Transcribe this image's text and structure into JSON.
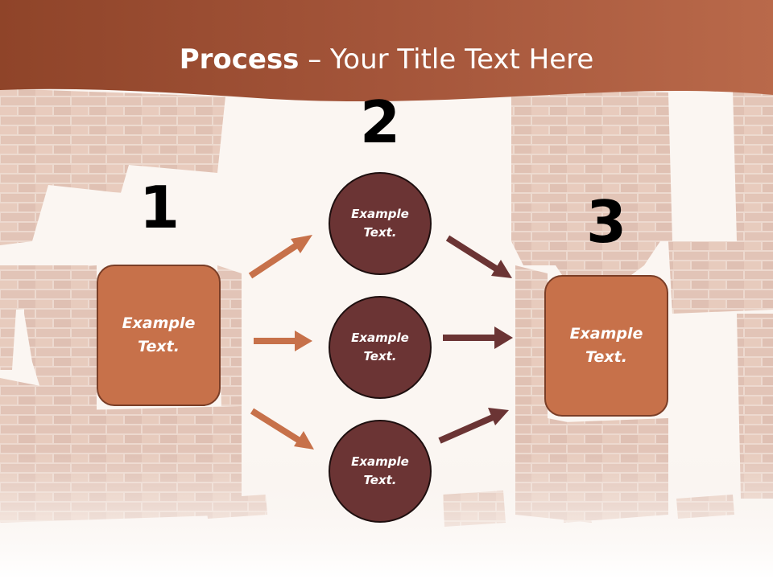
{
  "title": {
    "strong": "Process",
    "rest": " – Your Title Text Here"
  },
  "steps": [
    {
      "number": "1",
      "label_line1": "Example",
      "label_line2": "Text."
    },
    {
      "number": "2"
    },
    {
      "number": "3",
      "label_line1": "Example",
      "label_line2": "Text."
    }
  ],
  "circles": [
    {
      "line1": "Example",
      "line2": "Text."
    },
    {
      "line1": "Example",
      "line2": "Text."
    },
    {
      "line1": "Example",
      "line2": "Text."
    }
  ],
  "colors": {
    "header": "#a4553a",
    "box_fill": "#c7714a",
    "circle_fill": "#6b3434",
    "arrow_light": "#c7714a",
    "arrow_dark": "#6b3434",
    "background": "#fbf6f2"
  }
}
